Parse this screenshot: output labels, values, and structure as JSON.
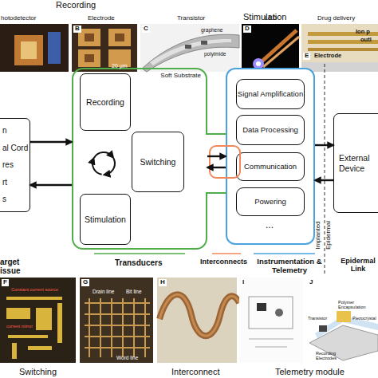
{
  "diagram": {
    "nodes": [
      {
        "text": [
          "n",
          "al Cord",
          "res",
          "rt",
          "s"
        ]
      },
      {
        "text": [
          "Soft Substrate"
        ]
      },
      {
        "text": [
          "Recording"
        ],
        "in": 1
      },
      {
        "text": [
          "Switching"
        ],
        "in": 1
      },
      {
        "text": [
          "Stimulation"
        ],
        "in": 1
      },
      {
        "text": [
          "Instrumentation & Telemetry"
        ]
      },
      {
        "text": [
          "Signal Amplification"
        ],
        "in": 5
      },
      {
        "text": [
          "Data Processing"
        ],
        "in": 5
      },
      {
        "text": [
          "Communication"
        ],
        "in": 5
      },
      {
        "text": [
          "Powering"
        ],
        "in": 5
      },
      {
        "text": [
          "External Device"
        ]
      }
    ],
    "edges": [
      {
        "from": 0,
        "to": 1,
        "arrow": "to"
      },
      {
        "from": 1,
        "to": 0,
        "arrow": "to"
      },
      {
        "from": 1,
        "to": 5,
        "arrow": "to"
      },
      {
        "from": 5,
        "to": 1,
        "arrow": "to"
      },
      {
        "from": 5,
        "to": 10,
        "arrow": "to"
      },
      {
        "from": 10,
        "to": 5,
        "arrow": "to"
      }
    ],
    "labels": [
      "Recording",
      "Stimulation",
      "hotodetector",
      "B",
      "Electrode",
      "C",
      "Transistor",
      "graphene",
      "polyimide",
      "20 µm",
      "D",
      "LED",
      "E",
      "Drug delivery",
      "Ion p",
      "outl",
      "Electrode",
      "...",
      "Implanted",
      "Epidermal",
      "arget issue",
      "Transducers",
      "Interconnects",
      "Epidermal Link",
      "F",
      "Constant current source",
      "current mirror",
      "G",
      "Drain line",
      "Bit line",
      "Word line",
      "H",
      "I",
      "J",
      "Polymer Encapsulation",
      "Transistor",
      "Piezocrystal",
      "Recording Electrodes",
      "Switching",
      "Interconnect",
      "Telemetry module"
    ]
  }
}
